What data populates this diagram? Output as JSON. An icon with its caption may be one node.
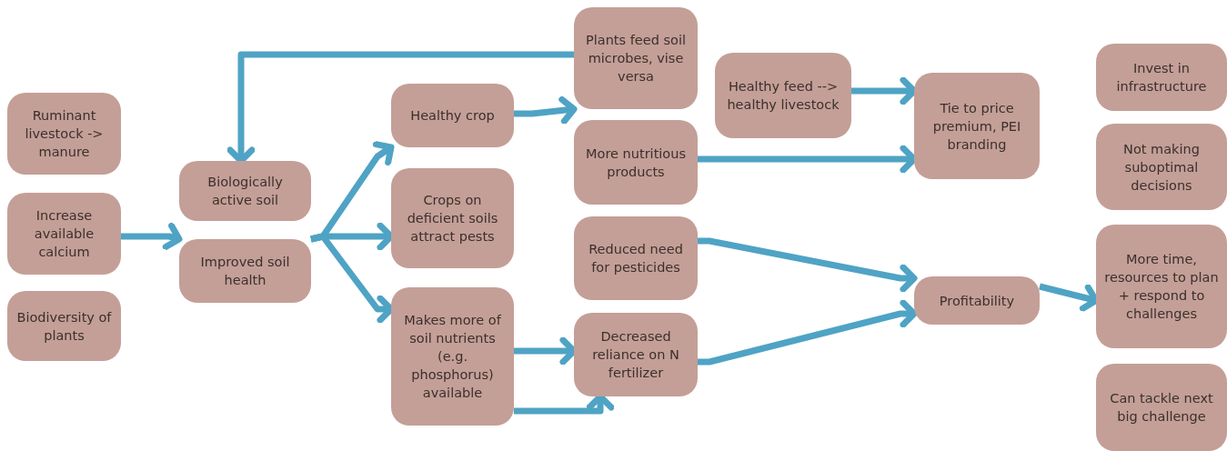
{
  "diagram": {
    "nodes": [
      {
        "text": [
          "Ruminant livestock -> manure"
        ]
      },
      {
        "text": [
          "Increase available calcium"
        ]
      },
      {
        "text": [
          "Biodiversity of plants"
        ]
      },
      {
        "text": [
          "Biologically active soil"
        ]
      },
      {
        "text": [
          "Improved soil health"
        ]
      },
      {
        "text": [
          "Healthy crop"
        ]
      },
      {
        "text": [
          "Crops on deficient soils attract pests"
        ]
      },
      {
        "text": [
          "Makes more of soil nutrients (e.g. phosphorus) available"
        ]
      },
      {
        "text": [
          "Plants feed soil microbes, vise versa"
        ]
      },
      {
        "text": [
          "More nutritious products"
        ]
      },
      {
        "text": [
          "Reduced need for pesticides"
        ]
      },
      {
        "text": [
          "Decreased reliance on N fertilizer"
        ]
      },
      {
        "text": [
          "Healthy feed --> healthy livestock"
        ]
      },
      {
        "text": [
          "Tie to price premium, PEI branding"
        ]
      },
      {
        "text": [
          "Profitability"
        ]
      },
      {
        "text": [
          "Invest in infrastructure"
        ]
      },
      {
        "text": [
          "Not making suboptimal decisions"
        ]
      },
      {
        "text": [
          "More time, resources to plan + respond to challenges"
        ]
      },
      {
        "text": [
          "Can tackle next big challenge"
        ]
      }
    ],
    "edges": [
      {
        "from": 1,
        "to": 4,
        "arrow": "to"
      },
      {
        "from": 8,
        "to": 3,
        "arrow": "to"
      },
      {
        "from": 4,
        "to": 5,
        "arrow": "to"
      },
      {
        "from": 4,
        "to": 6,
        "arrow": "to"
      },
      {
        "from": 4,
        "to": 7,
        "arrow": "to"
      },
      {
        "from": 5,
        "to": 8,
        "arrow": "to"
      },
      {
        "from": 7,
        "to": 11,
        "arrow": "to"
      },
      {
        "from": 7,
        "to": 11,
        "arrow": "to"
      },
      {
        "from": 12,
        "to": 13,
        "arrow": "to"
      },
      {
        "from": 9,
        "to": 13,
        "arrow": "to"
      },
      {
        "from": 10,
        "to": 14,
        "arrow": "to"
      },
      {
        "from": 11,
        "to": 14,
        "arrow": "to"
      },
      {
        "from": 14,
        "to": 17,
        "arrow": "to"
      }
    ]
  }
}
